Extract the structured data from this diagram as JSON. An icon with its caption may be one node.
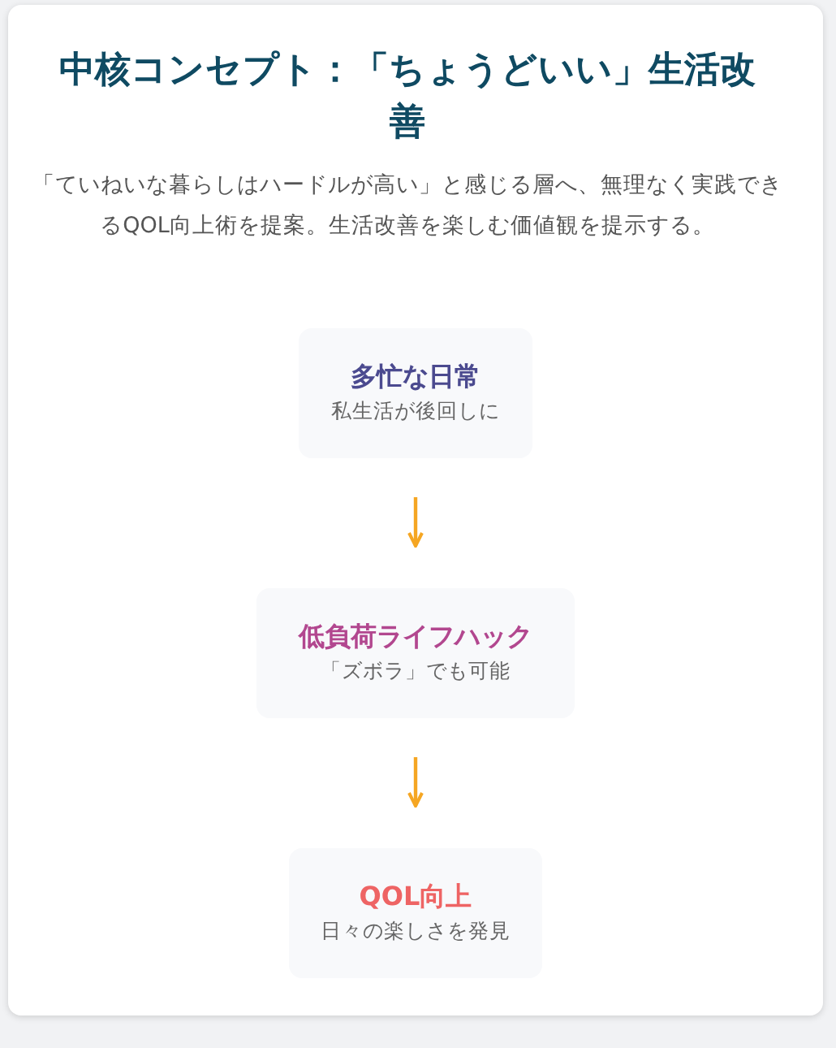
{
  "diagram": {
    "title": "中核コンセプト：「ちょうどいい」生活改善",
    "caption": "「ていねいな暮らしはハードルが高い」と感じる層へ、無理なく実践できるQOL向上術を提案。生活改善を楽しむ価値観を提示する。",
    "nodes": [
      {
        "text": [
          "多忙な日常",
          "私生活が後回しに"
        ]
      },
      {
        "text": [
          "低負荷ライフハック",
          "「ズボラ」でも可能"
        ]
      },
      {
        "text": [
          "QOL向上",
          "日々の楽しさを発見"
        ]
      }
    ],
    "edges": [
      {
        "from": 0,
        "to": 1,
        "arrow": "to"
      },
      {
        "from": 1,
        "to": 2,
        "arrow": "to"
      }
    ]
  }
}
